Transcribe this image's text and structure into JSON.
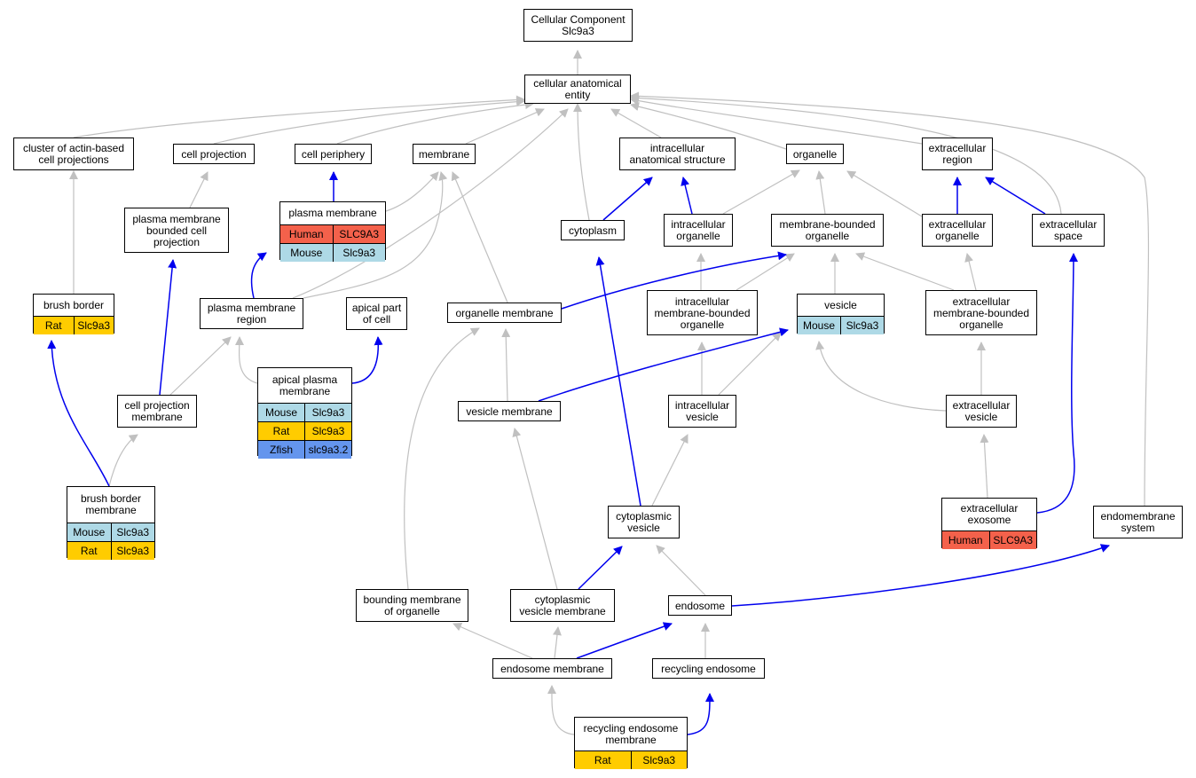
{
  "colors": {
    "gray_edge": "#c0c0c0",
    "blue_edge": "#0000ee",
    "human": "#f4614b",
    "mouse": "#aed9e6",
    "rat": "#ffcc00",
    "zfish": "#6495ed"
  },
  "nodes": {
    "root": {
      "label": "Cellular Component\nSlc9a3"
    },
    "cae": {
      "label": "cellular anatomical\nentity"
    },
    "cluster": {
      "label": "cluster of actin-based\ncell projections"
    },
    "cellproj": {
      "label": "cell projection"
    },
    "cellperiph": {
      "label": "cell periphery"
    },
    "membrane": {
      "label": "membrane"
    },
    "ias": {
      "label": "intracellular\nanatomical structure"
    },
    "organelle": {
      "label": "organelle"
    },
    "extreg": {
      "label": "extracellular\nregion"
    },
    "pmbcp": {
      "label": "plasma membrane\nbounded cell\nprojection"
    },
    "pm": {
      "label": "plasma membrane",
      "rows": [
        [
          "Human",
          "SLC9A3"
        ],
        [
          "Mouse",
          "Slc9a3"
        ]
      ]
    },
    "cytoplasm": {
      "label": "cytoplasm"
    },
    "intraorg": {
      "label": "intracellular\norganelle"
    },
    "mbo": {
      "label": "membrane-bounded\norganelle"
    },
    "extraorg": {
      "label": "extracellular\norganelle"
    },
    "extspace": {
      "label": "extracellular\nspace"
    },
    "bb": {
      "label": "brush border",
      "rows": [
        [
          "Rat",
          "Slc9a3"
        ]
      ]
    },
    "pmr": {
      "label": "plasma membrane\nregion"
    },
    "apc": {
      "label": "apical part\nof cell"
    },
    "orgmem": {
      "label": "organelle membrane"
    },
    "imbo": {
      "label": "intracellular\nmembrane-bounded\norganelle"
    },
    "vesicle": {
      "label": "vesicle",
      "rows": [
        [
          "Mouse",
          "Slc9a3"
        ]
      ]
    },
    "embo": {
      "label": "extracellular\nmembrane-bounded\norganelle"
    },
    "apm": {
      "label": "apical plasma\nmembrane",
      "rows": [
        [
          "Mouse",
          "Slc9a3"
        ],
        [
          "Rat",
          "Slc9a3"
        ],
        [
          "Zfish",
          "slc9a3.2"
        ]
      ]
    },
    "cpm": {
      "label": "cell projection\nmembrane"
    },
    "vm": {
      "label": "vesicle membrane"
    },
    "iv": {
      "label": "intracellular\nvesicle"
    },
    "ev": {
      "label": "extracellular\nvesicle"
    },
    "bbm": {
      "label": "brush border\nmembrane",
      "rows": [
        [
          "Mouse",
          "Slc9a3"
        ],
        [
          "Rat",
          "Slc9a3"
        ]
      ]
    },
    "cv": {
      "label": "cytoplasmic\nvesicle"
    },
    "exo": {
      "label": "extracellular\nexosome",
      "rows": [
        [
          "Human",
          "SLC9A3"
        ]
      ]
    },
    "ems": {
      "label": "endomembrane\nsystem"
    },
    "bmo": {
      "label": "bounding membrane\nof organelle"
    },
    "cvm": {
      "label": "cytoplasmic\nvesicle membrane"
    },
    "endo": {
      "label": "endosome"
    },
    "endomem": {
      "label": "endosome membrane"
    },
    "recendo": {
      "label": "recycling endosome"
    },
    "rem": {
      "label": "recycling endosome\nmembrane",
      "rows": [
        [
          "Rat",
          "Slc9a3"
        ]
      ]
    }
  }
}
